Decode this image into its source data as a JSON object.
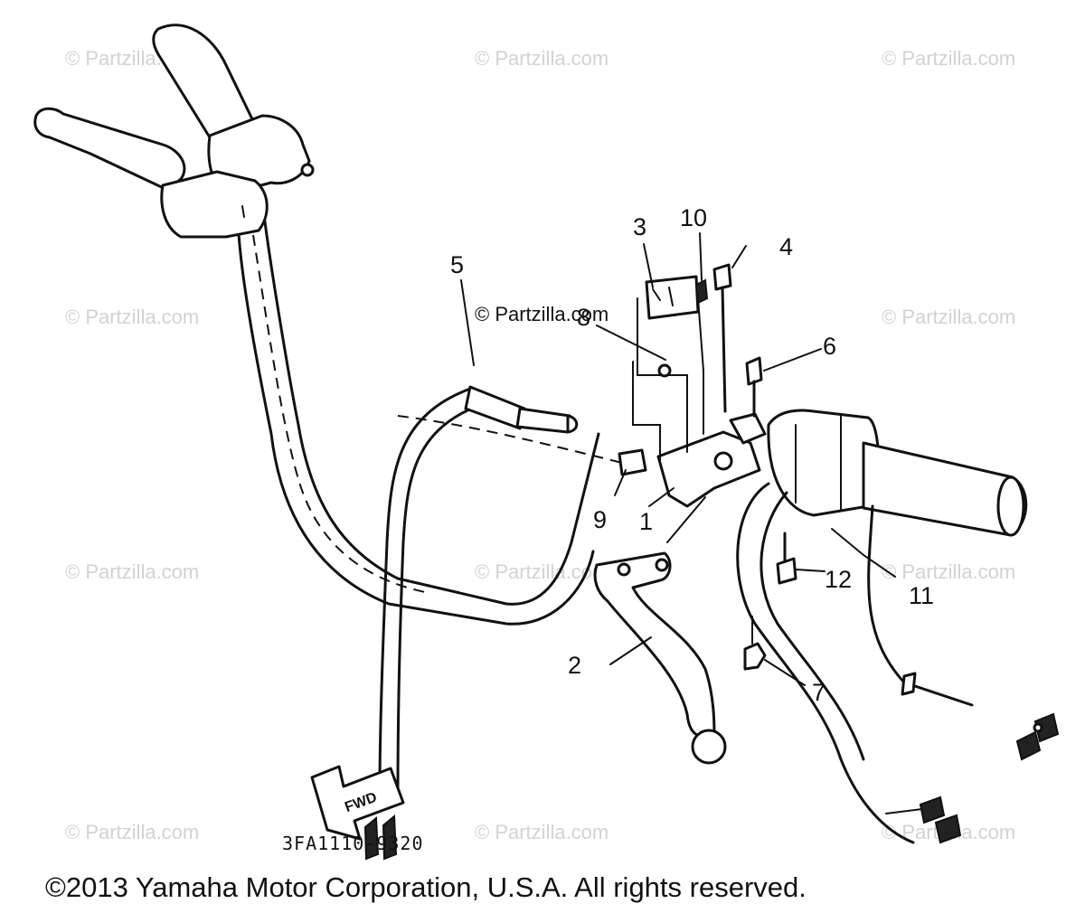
{
  "watermarks": [
    {
      "text": "© Partzilla.com"
    },
    {
      "text": "© Partzilla.com"
    },
    {
      "text": "© Partzilla.com"
    },
    {
      "text": "© Partzilla.com"
    },
    {
      "text": "© Partzilla.com"
    },
    {
      "text": "© Partzilla.com"
    },
    {
      "text": "© Partzilla.com"
    },
    {
      "text": "© Partzilla.com"
    },
    {
      "text": "© Partzilla.com"
    },
    {
      "text": "© Partzilla.com"
    },
    {
      "text": "© Partzilla.com"
    },
    {
      "text": "© Partzilla.com"
    }
  ],
  "callouts": {
    "c1": "1",
    "c2": "2",
    "c3": "3",
    "c4": "4",
    "c5": "5",
    "c6": "6",
    "c7": "7",
    "c8": "8",
    "c9": "9",
    "c10": "10",
    "c11": "11",
    "c12": "12"
  },
  "fwd_label": "FWD",
  "part_number": "3FA1110-9320",
  "copyright": "©2013 Yamaha Motor Corporation, U.S.A. All rights reserved."
}
